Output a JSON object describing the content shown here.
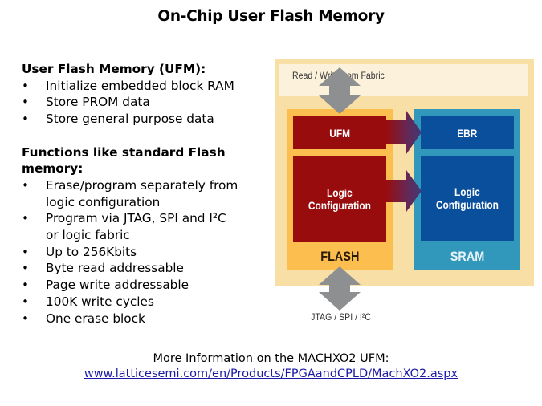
{
  "title": "On-Chip User Flash Memory",
  "left": {
    "section1": {
      "heading": "User Flash Memory (UFM):",
      "bullets": [
        "Initialize embedded block RAM",
        "Store PROM data",
        "Store general purpose data"
      ]
    },
    "section2": {
      "heading_line1": "Functions like standard Flash",
      "heading_line2": "memory:",
      "bullets": [
        {
          "line1": "Erase/program separately from",
          "line2": "logic configuration"
        },
        {
          "line1": "Program via JTAG, SPI and I²C",
          "line2": "or logic fabric"
        },
        {
          "line1": "Up to 256Kbits"
        },
        {
          "line1": "Byte read addressable"
        },
        {
          "line1": "Page write addressable"
        },
        {
          "line1": "100K write cycles"
        },
        {
          "line1": "One erase block"
        }
      ]
    },
    "bullet_char": "•"
  },
  "diagram": {
    "fabric_label": "Read / Write from Fabric",
    "flash": {
      "label": "FLASH",
      "ufm": "UFM",
      "logic_line1": "Logic",
      "logic_line2": "Configuration"
    },
    "sram": {
      "label": "SRAM",
      "ebr": "EBR",
      "logic_line1": "Logic",
      "logic_line2": "Configuration"
    },
    "jtag_label": "JTAG / SPI / I²C",
    "colors": {
      "outer": "#f7dfa6",
      "fabric_band": "#fcf2dc",
      "flash": "#fcbf4f",
      "flash_block": "#990c0e",
      "sram": "#3298bb",
      "sram_block": "#0a4f9b",
      "arrow_gray": "#8e8f91",
      "arrow_purple": "#4a3a78"
    }
  },
  "footer": {
    "line1": "More Information on the MACHXO2 UFM:",
    "link": "www.latticesemi.com/en/Products/FPGAandCPLD/MachXO2.aspx"
  }
}
